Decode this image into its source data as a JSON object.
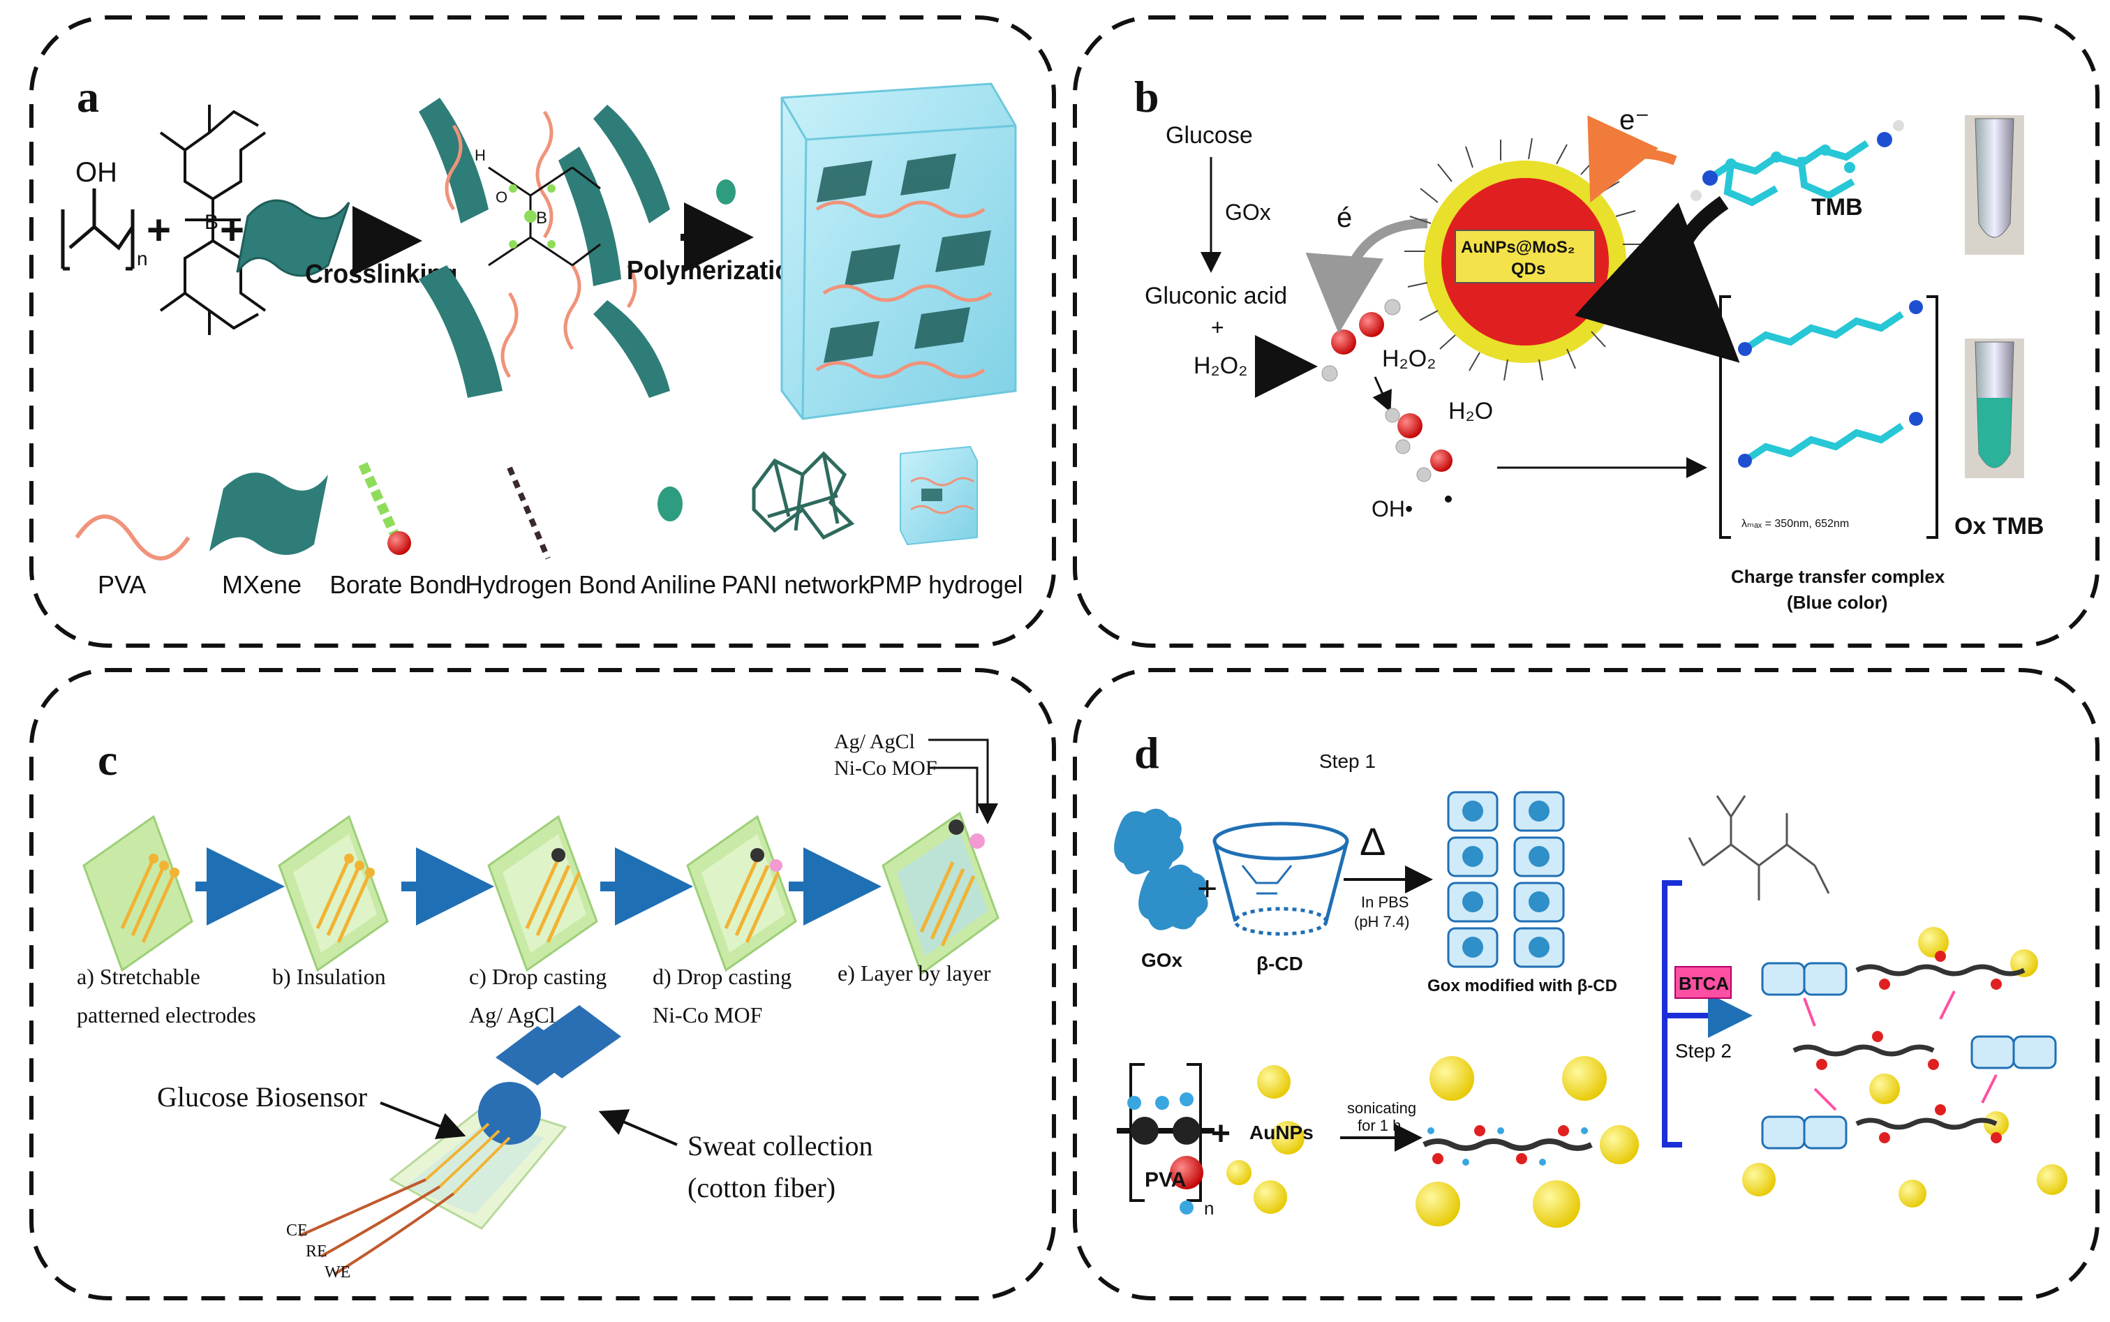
{
  "panels": {
    "a": {
      "label": "a",
      "oh": "OH",
      "n": "n",
      "plus1": "+",
      "plus2": "+",
      "b_atom": "B",
      "o_atom": "O",
      "h_atom": "H",
      "crosslinking": "Crosslinking",
      "polymerization": "Polymerization",
      "legend": [
        "PVA",
        "MXene",
        "Borate Bond",
        "Hydrogen Bond",
        "Aniline",
        "PANI network",
        "PMP hydrogel"
      ]
    },
    "b": {
      "label": "b",
      "glucose": "Glucose",
      "gox": "GOx",
      "gluconic_acid": "Gluconic acid",
      "plus": "+",
      "h2o2_left": "H₂O₂",
      "h2o2_right": "H₂O₂",
      "h2o": "H₂O",
      "oh_radical": "OH•",
      "e_minus_top": "e⁻",
      "e_minus_left": "é",
      "nanoparticle_line1": "AuNPs@MoS₂",
      "nanoparticle_line2": "QDs",
      "tmb": "TMB",
      "ox_tmb": "Ox TMB",
      "lambda": "λₘₐₓ = 350nm, 652nm",
      "ctc_line1": "Charge transfer complex",
      "ctc_line2": "(Blue color)"
    },
    "c": {
      "label": "c",
      "agagcl": "Ag/ AgCl",
      "nicomof": "Ni-Co MOF",
      "steps": [
        {
          "l1": "a) Stretchable",
          "l2": "patterned electrodes"
        },
        {
          "l1": "b) Insulation",
          "l2": ""
        },
        {
          "l1": "c) Drop casting",
          "l2": "Ag/ AgCl"
        },
        {
          "l1": "d) Drop casting",
          "l2": "Ni-Co MOF"
        },
        {
          "l1": "e) Layer by layer",
          "l2": ""
        }
      ],
      "biosensor": "Glucose Biosensor",
      "sweat_l1": "Sweat collection",
      "sweat_l2": "(cotton fiber)",
      "ce": "CE",
      "re": "RE",
      "we": "WE"
    },
    "d": {
      "label": "d",
      "step1": "Step 1",
      "step2": "Step 2",
      "gox": "GOx",
      "bcd": "β-CD",
      "plus": "+",
      "plus2": "+",
      "delta": "Δ",
      "in_pbs": "In PBS",
      "ph": "(pH 7.4)",
      "gox_mod": "Gox modified with β-CD",
      "btca": "BTCA",
      "pva": "PVA",
      "n": "n",
      "aunps": "AuNPs",
      "sonicating": "sonicating",
      "for1h": "for 1 h"
    }
  },
  "colors": {
    "teal": "#2e7d78",
    "teal_dark": "#1f5e5a",
    "pva_pink": "#f0937a",
    "hydrogel_blue": "#a6e3f0",
    "arrow_blue": "#1f6fb5",
    "electrode_green": "#c9eaa6",
    "electrode_gold": "#f2b233",
    "tmb_cyan": "#27c7d6",
    "btca_pink": "#ff4fa2",
    "gold": "#f3de1a",
    "red": "#e02020"
  }
}
